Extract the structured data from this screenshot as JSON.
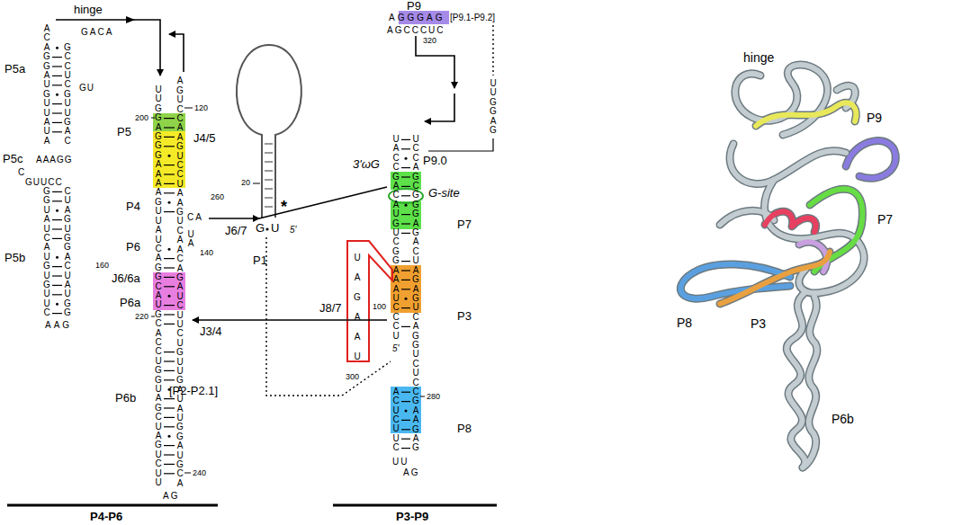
{
  "diagram": {
    "labels": [
      "hinge",
      "ACAGGAUGUUAUA",
      "GCCUCGUUGAC",
      "GACA",
      "GU",
      "P5a",
      "P5c",
      "AAAGG",
      "C",
      "GUUCC",
      "GGUAUCAUGUGUUC",
      "CUAGUGGACUAUGG",
      "AAG",
      "P5b",
      "UUGGAGGGAAAAGUUAUCAGGCAUGCACCUGGUAGCUAGUCUU",
      "AGUCCAAGUCCUAAGUCAACAGAUCUUCUGUUGAUAUGGAUGCA",
      "AG",
      "CA",
      "UA",
      "P5",
      "J4/5",
      "P4",
      "P6",
      "J6/6a",
      "P6a",
      "P6b",
      "J6/7",
      "J3/4",
      "[P2-P2.1]",
      "P4-P6",
      "P3-P9",
      "200",
      "120",
      "260",
      "140",
      "160",
      "220",
      "240",
      "20",
      "G",
      "U",
      "*",
      "P1",
      "5'",
      "P9",
      "AGGGAG",
      "AGCCCUC",
      "320",
      "[P9.1-P9.2]",
      "UUGGAG",
      "UACCGACAUGUCGGAAAUCCCU",
      "UCCAGCGGGAGACUAGAGUCAGGUCUCCGAAGAG",
      "ACUCUUC",
      "UU",
      "AG",
      "3'ωG",
      "P9.0",
      "G-site",
      "P7",
      "P3",
      "P8",
      "J8/7",
      "UAGAAU",
      "100",
      "300",
      "5'",
      "280",
      "hinge",
      "P9",
      "P7",
      "P8",
      "P3",
      "P6b"
    ]
  }
}
